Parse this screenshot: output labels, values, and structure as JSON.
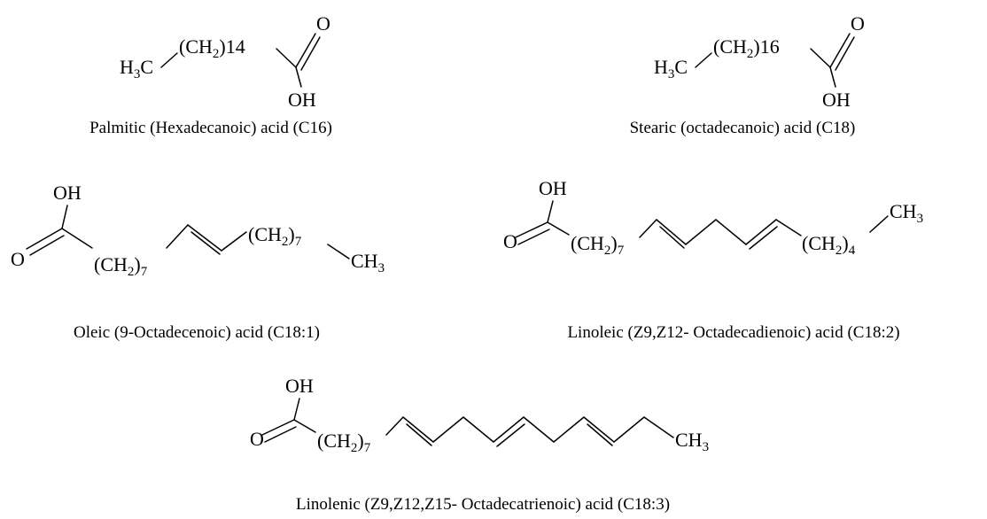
{
  "molecules": {
    "palmitic": {
      "caption": "Palmitic (Hexadecanoic) acid (C16)",
      "methyl": "H",
      "methyl_sub": "3",
      "methyl_end": "C",
      "chain_open": "(CH",
      "chain_h": "2",
      "chain_close": ")",
      "chain_n": "14",
      "oxygen": "O",
      "hydroxyl": "OH"
    },
    "stearic": {
      "caption": "Stearic (octadecanoic) acid (C18)",
      "methyl": "H",
      "methyl_sub": "3",
      "methyl_end": "C",
      "chain_open": "(CH",
      "chain_h": "2",
      "chain_close": ")",
      "chain_n": "16",
      "oxygen": "O",
      "hydroxyl": "OH"
    },
    "oleic": {
      "caption": "Oleic (9-Octadecenoic) acid (C18:1)",
      "hydroxyl": "OH",
      "oxygen": "O",
      "chain1_open": "(CH",
      "chain1_sub": "2",
      "chain1_close": ")",
      "chain1_n": "7",
      "chain2_open": "(CH",
      "chain2_sub": "2",
      "chain2_close": ")",
      "chain2_n": "7",
      "methyl": "CH",
      "methyl_sub": "3"
    },
    "linoleic": {
      "caption": "Linoleic (Z9,Z12- Octadecadienoic) acid (C18:2)",
      "hydroxyl": "OH",
      "oxygen": "O",
      "chain1_open": "(CH",
      "chain1_sub": "2",
      "chain1_close": ")",
      "chain1_n": "7",
      "chain2_open": "(CH",
      "chain2_sub": "2",
      "chain2_close": ")",
      "chain2_n": "4",
      "methyl": "CH",
      "methyl_sub": "3"
    },
    "linolenic": {
      "caption": "Linolenic (Z9,Z12,Z15- Octadecatrienoic) acid (C18:3)",
      "hydroxyl": "OH",
      "oxygen": "O",
      "chain1_open": "(CH",
      "chain1_sub": "2",
      "chain1_close": ")",
      "chain1_n": "7",
      "methyl": "CH",
      "methyl_sub": "3"
    }
  }
}
